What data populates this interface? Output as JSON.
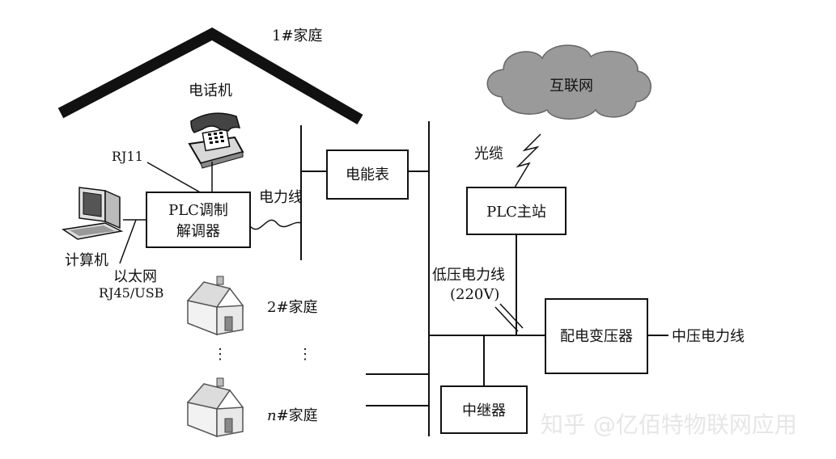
{
  "labels": {
    "home1": "1#家庭",
    "telephone": "电话机",
    "rj11": "RJ11",
    "plc_modem_line1": "PLC调制",
    "plc_modem_line2": "解调器",
    "power_line": "电力线",
    "meter": "电能表",
    "computer": "计算机",
    "ethernet": "以太网",
    "rj45usb": "RJ45/USB",
    "home2": "2#家庭",
    "homen_italic": "n",
    "homen_rest": "#家庭",
    "internet": "互联网",
    "fiber": "光缆",
    "plc_master": "PLC主站",
    "lv_line1": "低压电力线",
    "lv_line2": "(220V)",
    "transformer": "配电变压器",
    "mv_line": "中压电力线",
    "repeater": "中继器",
    "dots": "⋮"
  },
  "watermark": "知乎 @亿佰特物联网应用",
  "icons": [
    "telephone-icon",
    "computer-icon",
    "house-icon",
    "cloud-icon",
    "lightning-icon"
  ]
}
